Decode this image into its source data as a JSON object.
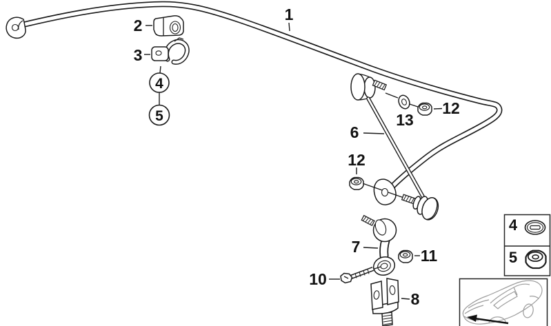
{
  "colors": {
    "background": "#ffffff",
    "line": "#1a1a1a",
    "car_line": "#9b9b9b"
  },
  "callouts": {
    "c1": {
      "label": "1",
      "style": "plain"
    },
    "c2": {
      "label": "2",
      "style": "plain"
    },
    "c3": {
      "label": "3",
      "style": "plain"
    },
    "c4": {
      "label": "4",
      "style": "circled"
    },
    "c5": {
      "label": "5",
      "style": "circled"
    },
    "c6": {
      "label": "6",
      "style": "plain"
    },
    "c7": {
      "label": "7",
      "style": "plain"
    },
    "c8": {
      "label": "8",
      "style": "plain"
    },
    "c10": {
      "label": "10",
      "style": "plain"
    },
    "c11": {
      "label": "11",
      "style": "plain"
    },
    "c12_upper": {
      "label": "12",
      "style": "plain"
    },
    "c12_lower": {
      "label": "12",
      "style": "plain"
    },
    "c13": {
      "label": "13",
      "style": "plain"
    }
  },
  "legend": {
    "rows": [
      {
        "label": "4",
        "icon": "clip-washer-icon"
      },
      {
        "label": "5",
        "icon": "hex-nut-icon"
      }
    ]
  },
  "inset": {
    "icon": "car-location-thumbnail"
  }
}
